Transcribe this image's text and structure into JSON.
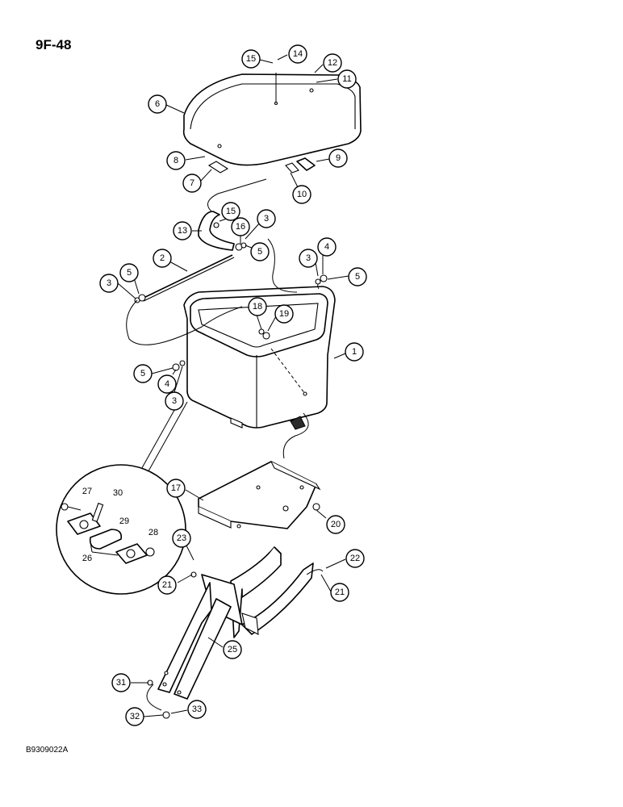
{
  "page_number": "9F-48",
  "drawing_code": "B9309022A",
  "callouts": [
    "15",
    "14",
    "12",
    "11",
    "6",
    "8",
    "9",
    "7",
    "10",
    "15",
    "3",
    "13",
    "16",
    "5",
    "2",
    "4",
    "3",
    "5",
    "3",
    "5",
    "18",
    "19",
    "1",
    "5",
    "4",
    "3",
    "17",
    "20",
    "23",
    "22",
    "21",
    "21",
    "25",
    "31",
    "32",
    "33"
  ],
  "detail_labels": [
    "27",
    "30",
    "29",
    "28",
    "26"
  ]
}
